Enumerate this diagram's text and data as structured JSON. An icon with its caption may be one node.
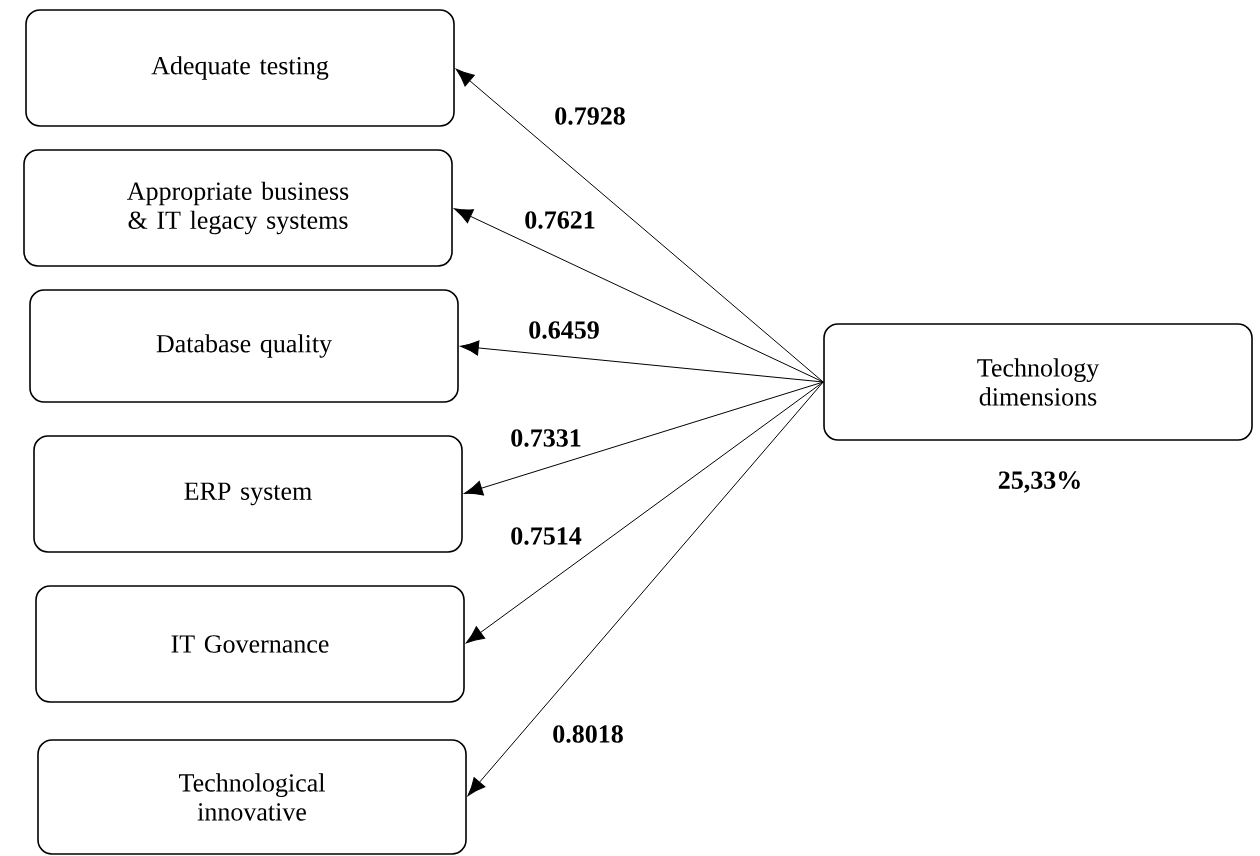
{
  "diagram": {
    "nodes": [
      {
        "text": [
          "Adequate testing"
        ]
      },
      {
        "text": [
          "Appropriate business & IT legacy systems"
        ]
      },
      {
        "text": [
          "Database quality"
        ]
      },
      {
        "text": [
          "ERP system"
        ]
      },
      {
        "text": [
          "IT Governance"
        ]
      },
      {
        "text": [
          "Technological innovative"
        ]
      },
      {
        "text": [
          "Technology dimensions"
        ],
        "beside": [
          "25,33%"
        ]
      }
    ],
    "edges": [
      {
        "from": 6,
        "to": 0,
        "arrow": "to",
        "label": "0.7928"
      },
      {
        "from": 6,
        "to": 1,
        "arrow": "to",
        "label": "0.7621"
      },
      {
        "from": 6,
        "to": 2,
        "arrow": "to",
        "label": "0.6459"
      },
      {
        "from": 6,
        "to": 3,
        "arrow": "to",
        "label": "0.7331"
      },
      {
        "from": 6,
        "to": 4,
        "arrow": "to",
        "label": "0.7514"
      },
      {
        "from": 6,
        "to": 5,
        "arrow": "to",
        "label": "0.8018"
      }
    ]
  }
}
